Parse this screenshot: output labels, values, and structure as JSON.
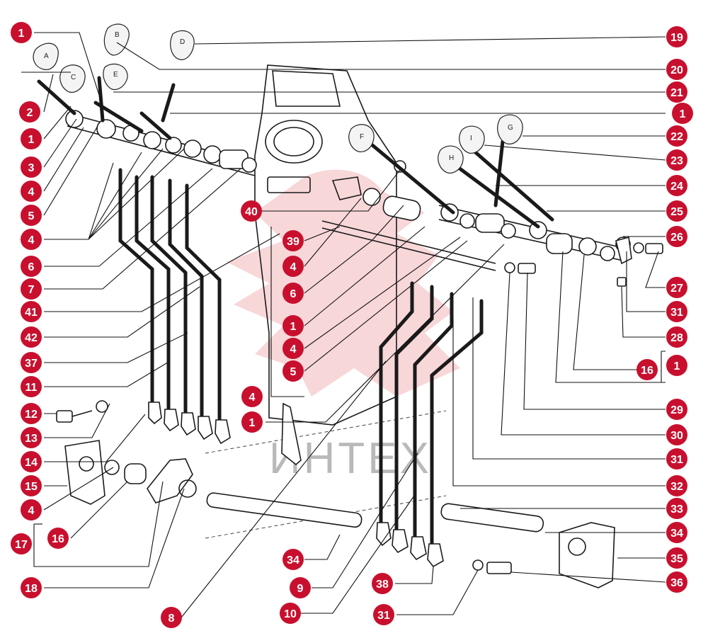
{
  "watermark_text": "ИНТЕХ",
  "colors": {
    "callout": "#c8102e",
    "callout_text": "#ffffff",
    "watermark": "#f2b6ba"
  },
  "knob_letters": {
    "a": "A",
    "b": "B",
    "c": "C",
    "d": "D",
    "e": "E",
    "f": "F",
    "g": "G",
    "h": "H",
    "i": "I"
  },
  "callouts": {
    "c1a": "1",
    "c2": "2",
    "c1b": "1",
    "c3": "3",
    "c4a": "4",
    "c5a": "5",
    "c4b": "4",
    "c6a": "6",
    "c7": "7",
    "c41": "41",
    "c42": "42",
    "c37": "37",
    "c11": "11",
    "c12": "12",
    "c13": "13",
    "c14": "14",
    "c15": "15",
    "c4c": "4",
    "c17": "17",
    "c16a": "16",
    "c18": "18",
    "c8": "8",
    "c34a": "34",
    "c9": "9",
    "c10": "10",
    "c38": "38",
    "c31a": "31",
    "c40": "40",
    "c39": "39",
    "c4d": "4",
    "c6b": "6",
    "c1c": "1",
    "c4e": "4",
    "c5b": "5",
    "c4f": "4",
    "c1d": "1",
    "c19": "19",
    "c20": "20",
    "c21": "21",
    "c1e": "1",
    "c22": "22",
    "c23": "23",
    "c24": "24",
    "c25": "25",
    "c26": "26",
    "c27": "27",
    "c31b": "31",
    "c28": "28",
    "c16b": "16",
    "c1f": "1",
    "c29": "29",
    "c30": "30",
    "c31c": "31",
    "c32": "32",
    "c33": "33",
    "c34b": "34",
    "c35": "35",
    "c36": "36"
  }
}
